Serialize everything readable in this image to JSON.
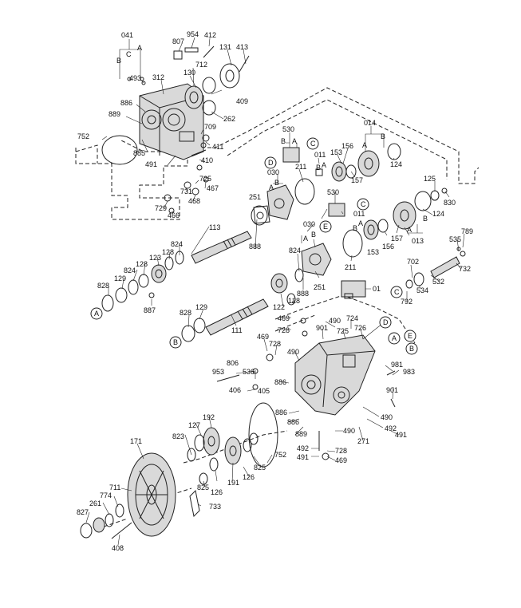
{
  "labels": {
    "p041": "041",
    "p807": "807",
    "p954": "954",
    "p412": "412",
    "p131": "131",
    "p413": "413",
    "pB1": "B",
    "pC1": "C",
    "pA1": "A",
    "p493": "493",
    "p312": "312",
    "p712": "712",
    "p130": "130",
    "p886a": "886",
    "p889a": "889",
    "p409": "409",
    "p262": "262",
    "p752a": "752",
    "p709": "709",
    "p411": "411",
    "p885": "885",
    "p491a": "491",
    "p410": "410",
    "p725": "725",
    "p467": "467",
    "p731": "731",
    "p468": "468",
    "p729": "729",
    "p466": "466",
    "p530a": "530",
    "pBtop": "B",
    "pAtop": "A",
    "pCcirc1": "C",
    "p011a": "011",
    "pB2": "B",
    "pA2": "A",
    "p014": "014",
    "pA3": "A",
    "pB3": "B",
    "p156a": "156",
    "p153a": "153",
    "p124a": "124",
    "p157a": "157",
    "p030a": "030",
    "pDcirc": "D",
    "p211a": "211",
    "pA4": "A",
    "pB4": "B",
    "p125": "125",
    "p830": "830",
    "p530b": "530",
    "pCcirc2": "C",
    "p011b": "011",
    "pA5": "A",
    "pB5": "B",
    "p030b": "030",
    "pEcirc1": "E",
    "pA6": "A",
    "pB6": "B",
    "p124b": "124",
    "p157b": "157",
    "p156b": "156",
    "p153b": "153",
    "pA7": "A",
    "pB7": "B",
    "p013": "013",
    "p211b": "211",
    "p251a": "251",
    "p888a": "888",
    "p113": "113",
    "p824a": "824",
    "p128a": "128",
    "p123": "123",
    "p824b": "824",
    "p128b": "128",
    "p129a": "129",
    "p828a": "828",
    "p887": "887",
    "pAcirc1": "A",
    "p824c": "824",
    "p888b": "888",
    "p251b": "251",
    "p122": "122",
    "p128c": "128",
    "p01": "01",
    "p535": "535",
    "p789": "789",
    "p702": "702",
    "p732": "732",
    "p532": "532",
    "p534": "534",
    "pCcirc3": "C",
    "p792": "792",
    "p828b": "828",
    "p129b": "129",
    "p111": "111",
    "pBcirc1": "B",
    "p469a": "469",
    "p728a": "728",
    "p901a": "901",
    "p490a": "490",
    "p724": "724",
    "p725b": "725",
    "p726": "726",
    "pDcirc2": "D",
    "pAcirc2": "A",
    "pEcirc2": "E",
    "pBcirc2": "B",
    "p469b": "469",
    "p728b": "728",
    "p490b": "490",
    "p806": "806",
    "p953": "953",
    "p536": "536",
    "p406": "406",
    "p405": "405",
    "p886b": "886",
    "p981": "981",
    "p983": "983",
    "p901b": "901",
    "p886c": "886",
    "p886d": "886",
    "p889b": "889",
    "p490c": "490",
    "p490d": "490",
    "p492a": "492",
    "p491b": "491",
    "p271": "271",
    "p492b": "492",
    "p491c": "491",
    "p728c": "728",
    "p469c": "469",
    "p171": "171",
    "p823": "823",
    "p127": "127",
    "p192": "192",
    "p752b": "752",
    "p825a": "825",
    "p825b": "825",
    "p126a": "126",
    "p191": "191",
    "p126b": "126",
    "p711": "711",
    "p774": "774",
    "p261": "261",
    "p827": "827",
    "p733": "733",
    "p408": "408"
  }
}
